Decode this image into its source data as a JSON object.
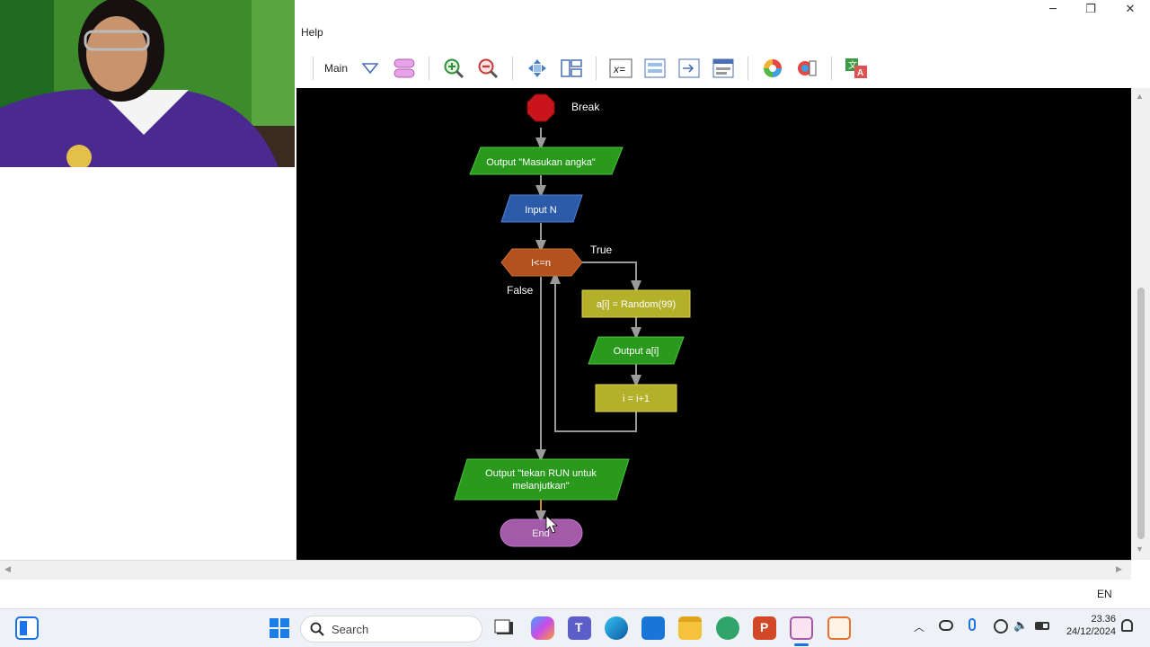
{
  "menu": {
    "help": "Help"
  },
  "toolbar": {
    "main_label": "Main"
  },
  "flowchart": {
    "break_label": "Break",
    "output1": "Output \"Masukan angka\"",
    "input": "Input N",
    "condition": "I<=n",
    "true_label": "True",
    "false_label": "False",
    "assign": "a[i] = Random(99)",
    "output2": "Output a[i]",
    "increment": "i = i+1",
    "output3_line1": "Output \"tekan RUN untuk",
    "output3_line2": "melanjutkan\"",
    "end": "End"
  },
  "status": {
    "language": "EN"
  },
  "taskbar": {
    "search_placeholder": "Search",
    "time": "23.36",
    "date": "24/12/2024"
  },
  "colors": {
    "canvas": "#000000",
    "break": "#c8141a",
    "output_green": "#2a9a1f",
    "input_blue": "#2b5aa8",
    "condition_orange": "#b3521e",
    "process_olive": "#b5b02a",
    "end_purple": "#a35aa8"
  }
}
